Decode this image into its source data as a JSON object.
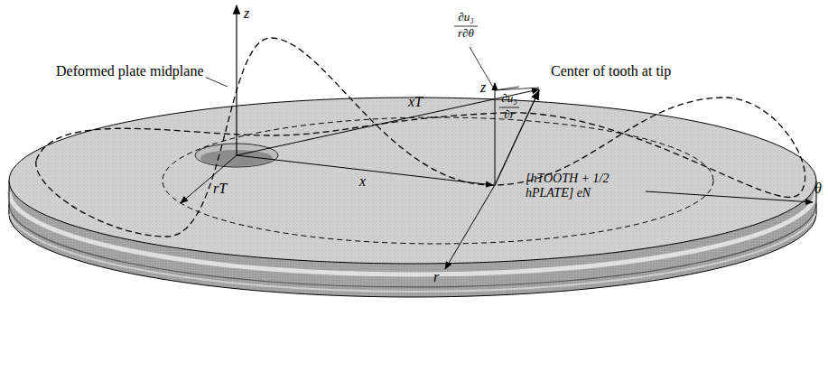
{
  "diagram": {
    "labels": [
      "Deformed plate midplane",
      "z",
      "∂u₃",
      "r∂θ",
      "z",
      "∂u₃",
      "∂r",
      "xT",
      "Center of tooth at tip",
      "rT",
      "x",
      "[hTOOTH + 1/2 hPLATE] eN",
      "θ",
      "r"
    ]
  }
}
